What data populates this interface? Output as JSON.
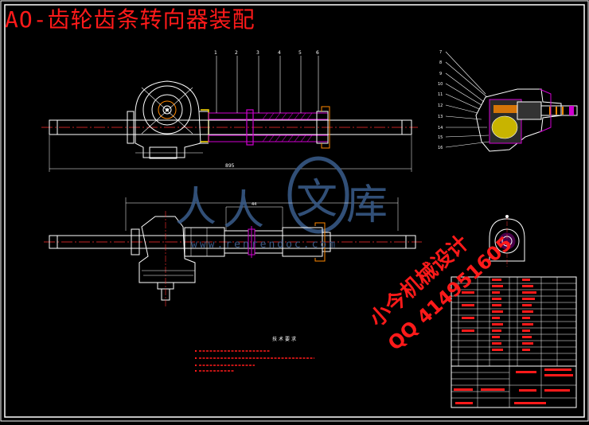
{
  "title": "AO-齿轮齿条转向器装配",
  "watermark": {
    "brand_chars": [
      "人",
      "人",
      "文",
      "库"
    ],
    "site": "www.renrendoc.com",
    "studio": "小今机械设计",
    "qq": "QQ 414951605"
  },
  "drawing": {
    "tech_heading": "技术要求",
    "dim_overall": "895",
    "dim_center": "44"
  },
  "colors": {
    "background": "#000000",
    "frame": "#ffffff",
    "title_red": "#ff1a1a",
    "hatch": "#d000d0",
    "centerline": "#ff3030",
    "watermark_blue": "#3a5d8c"
  }
}
